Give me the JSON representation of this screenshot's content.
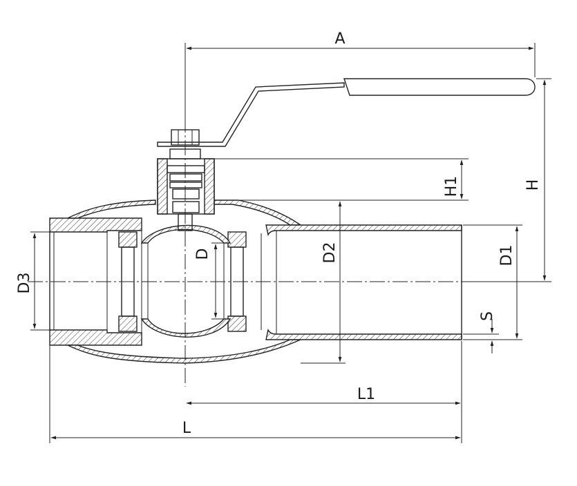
{
  "labels": {
    "A": "A",
    "H": "H",
    "H1": "H1",
    "D": "D",
    "D1": "D1",
    "D2": "D2",
    "D3": "D3",
    "S": "S",
    "L": "L",
    "L1": "L1"
  }
}
